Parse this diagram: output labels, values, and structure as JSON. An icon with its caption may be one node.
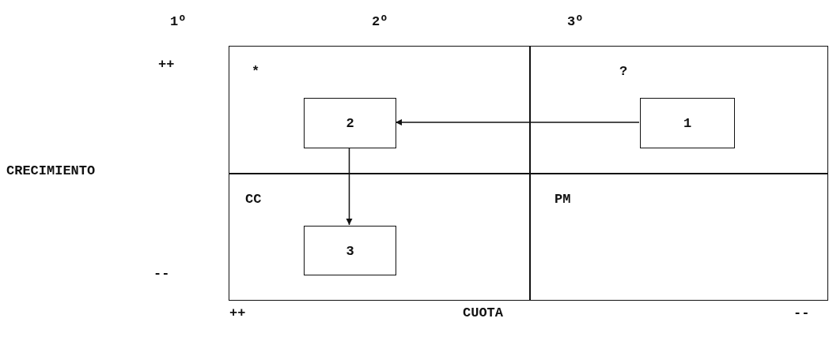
{
  "diagram": {
    "nodes": [
      {
        "text": [
          "*"
        ]
      },
      {
        "text": [
          "?"
        ]
      },
      {
        "text": [
          "CC"
        ]
      },
      {
        "text": [
          "PM"
        ]
      },
      {
        "text": [
          "2"
        ],
        "in": 0
      },
      {
        "text": [
          "1"
        ],
        "in": 1
      },
      {
        "text": [
          "3"
        ],
        "in": 2
      }
    ],
    "edges": [
      {
        "from": 5,
        "to": 4,
        "arrow": "to"
      },
      {
        "from": 4,
        "to": 6,
        "arrow": "to"
      }
    ],
    "labels": [
      "1º",
      "2º",
      "3º",
      "++",
      "CRECIMIENTO",
      "--",
      "++",
      "CUOTA",
      "--"
    ]
  }
}
